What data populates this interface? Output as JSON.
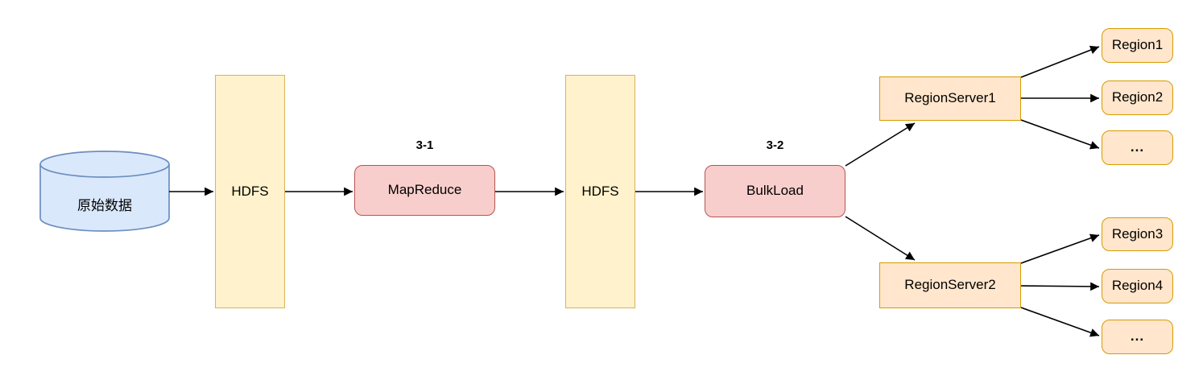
{
  "diagram": {
    "nodes": {
      "source": {
        "label": "原始数据",
        "shape": "cylinder"
      },
      "hdfs1": {
        "label": "HDFS"
      },
      "mapreduce": {
        "label": "MapReduce",
        "step_label": "3-1"
      },
      "hdfs2": {
        "label": "HDFS"
      },
      "bulkload": {
        "label": "BulkLoad",
        "step_label": "3-2"
      },
      "regionserver1": {
        "label": "RegionServer1"
      },
      "regionserver2": {
        "label": "RegionServer2"
      },
      "region1": {
        "label": "Region1"
      },
      "region2": {
        "label": "Region2"
      },
      "region_ellipsis_top": {
        "label": "..."
      },
      "region3": {
        "label": "Region3"
      },
      "region4": {
        "label": "Region4"
      },
      "region_ellipsis_bottom": {
        "label": "..."
      }
    },
    "edges": [
      {
        "from": "原始数据",
        "to": "HDFS"
      },
      {
        "from": "HDFS",
        "to": "MapReduce"
      },
      {
        "from": "MapReduce",
        "to": "HDFS"
      },
      {
        "from": "HDFS",
        "to": "BulkLoad"
      },
      {
        "from": "BulkLoad",
        "to": "RegionServer1"
      },
      {
        "from": "BulkLoad",
        "to": "RegionServer2"
      },
      {
        "from": "RegionServer1",
        "to": "Region1"
      },
      {
        "from": "RegionServer1",
        "to": "Region2"
      },
      {
        "from": "RegionServer1",
        "to": "..."
      },
      {
        "from": "RegionServer2",
        "to": "Region3"
      },
      {
        "from": "RegionServer2",
        "to": "Region4"
      },
      {
        "from": "RegionServer2",
        "to": "..."
      }
    ],
    "colors": {
      "background": "#ffffff",
      "cylinder_fill": "#dae8fc",
      "cylinder_stroke": "#6c8ebf",
      "hdfs_fill": "#fff2cc",
      "hdfs_stroke": "#d6b656",
      "process_fill": "#f8cecc",
      "process_stroke": "#b85450",
      "region_fill": "#ffe6cc",
      "region_stroke": "#d79b00",
      "arrow": "#000000",
      "text": "#000000"
    }
  }
}
